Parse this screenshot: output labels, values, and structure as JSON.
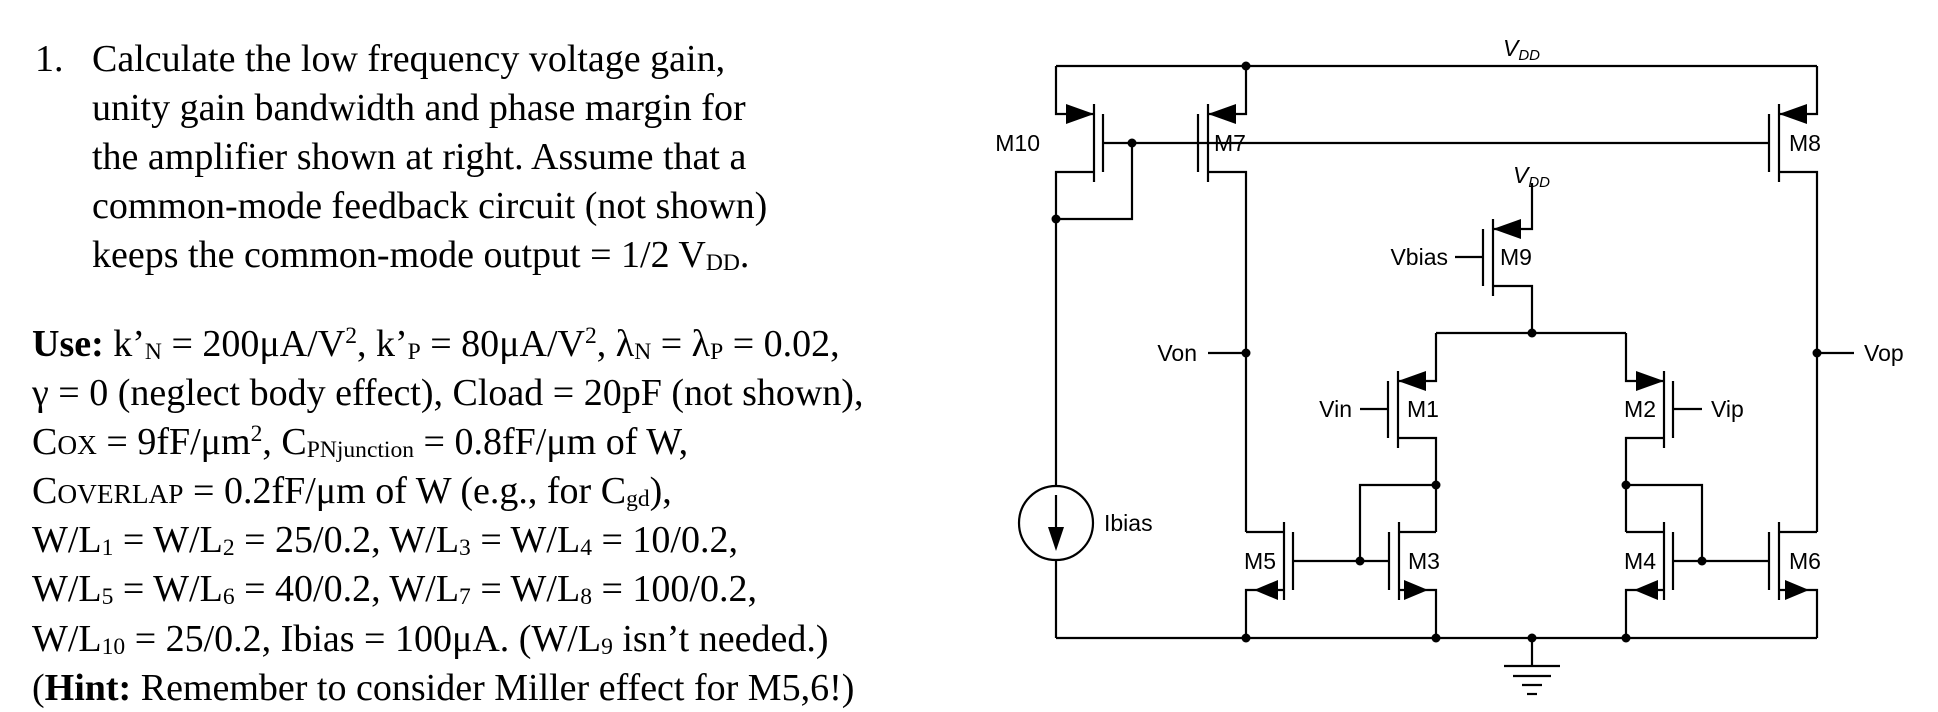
{
  "problem": {
    "number": "1.",
    "intro_lines": [
      "Calculate the low frequency voltage gain,",
      "unity gain bandwidth and phase margin for",
      "the amplifier shown at right.  Assume that a",
      "common-mode feedback circuit (not shown)",
      "keeps the common-mode output = 1/2 V"
    ],
    "intro_tail_sub": "DD",
    "intro_tail_end": ".",
    "use_label": "Use:",
    "params": {
      "kn": "k’",
      "kn_sub": "N",
      "kn_val": " = 200μA/V",
      "kn_sup": "2",
      "kp": ", k’",
      "kp_sub": "P",
      "kp_val": " = 80μA/V",
      "kp_sup": "2",
      "lam": ", λ",
      "lam_n_sub": "N",
      "lam_eq": " = λ",
      "lam_p_sub": "P",
      "lam_val": " = 0.02,",
      "gamma_line": "γ = 0 (neglect body effect), Cload = 20pF (not shown),",
      "cox": "C",
      "cox_sub": "OX",
      "cox_val": " = 9fF/μm",
      "cox_sup": "2",
      "cpn": ", C",
      "cpn_sub": "PNjunction",
      "cpn_val": " = 0.8fF/μm of W,",
      "cov": "C",
      "cov_sc": "OVERLAP",
      "cov_val": " = 0.2fF/μm of W (e.g., for C",
      "cov_sub": "gd",
      "cov_end": "),",
      "wl_line1": [
        {
          "t": "W/L"
        },
        {
          "s": "1"
        },
        {
          "t": " = W/L"
        },
        {
          "s": "2"
        },
        {
          "t": " = 25/0.2, W/L"
        },
        {
          "s": "3"
        },
        {
          "t": " = W/L"
        },
        {
          "s": "4"
        },
        {
          "t": " = 10/0.2,"
        }
      ],
      "wl_line2": [
        {
          "t": "W/L"
        },
        {
          "s": "5"
        },
        {
          "t": " = W/L"
        },
        {
          "s": "6"
        },
        {
          "t": " = 40/0.2, W/L"
        },
        {
          "s": "7"
        },
        {
          "t": " = W/L"
        },
        {
          "s": "8"
        },
        {
          "t": " = 100/0.2,"
        }
      ],
      "wl_line3": [
        {
          "t": "W/L"
        },
        {
          "s": "10"
        },
        {
          "t": " = 25/0.2, Ibias = 100μA.  (W/L"
        },
        {
          "s": "9"
        },
        {
          "t": " isn’t needed.)"
        }
      ]
    },
    "hint_open": "(",
    "hint_label": "Hint:",
    "hint_text": " Remember to consider Miller effect for M5,6!)"
  },
  "circuit": {
    "vdd_top": "V",
    "vdd_top_sub": "DD",
    "vdd_m9": "V",
    "vdd_m9_sub": "DD",
    "labels": {
      "M10": "M10",
      "M7": "M7",
      "M8": "M8",
      "M9": "M9",
      "M1": "M1",
      "M2": "M2",
      "M3": "M3",
      "M4": "M4",
      "M5": "M5",
      "M6": "M6",
      "vbias": "Vbias",
      "von": "Von",
      "vop": "Vop",
      "vin": "Vin",
      "vip": "Vip",
      "ibias": "Ibias"
    }
  }
}
